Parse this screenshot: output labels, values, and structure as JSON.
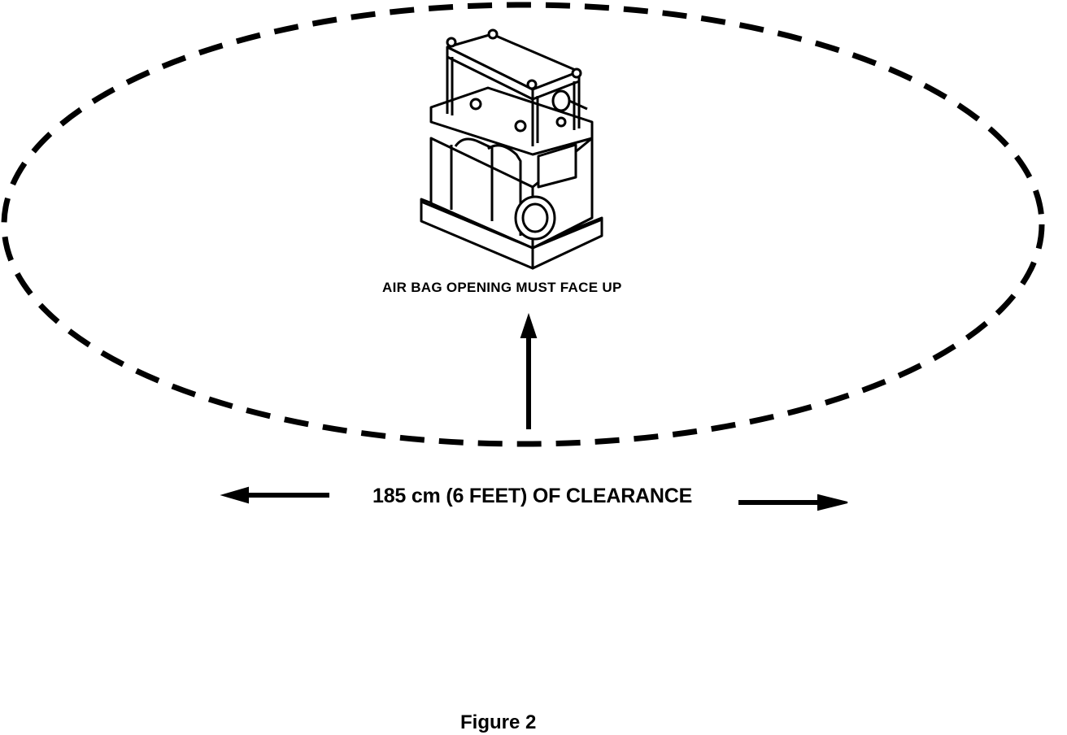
{
  "diagram": {
    "module_label": "AIR BAG OPENING MUST FACE UP",
    "clearance_label": "185 cm (6 FEET) OF CLEARANCE",
    "figure_caption": "Figure 2"
  },
  "colors": {
    "line": "#000000",
    "background": "#ffffff"
  }
}
